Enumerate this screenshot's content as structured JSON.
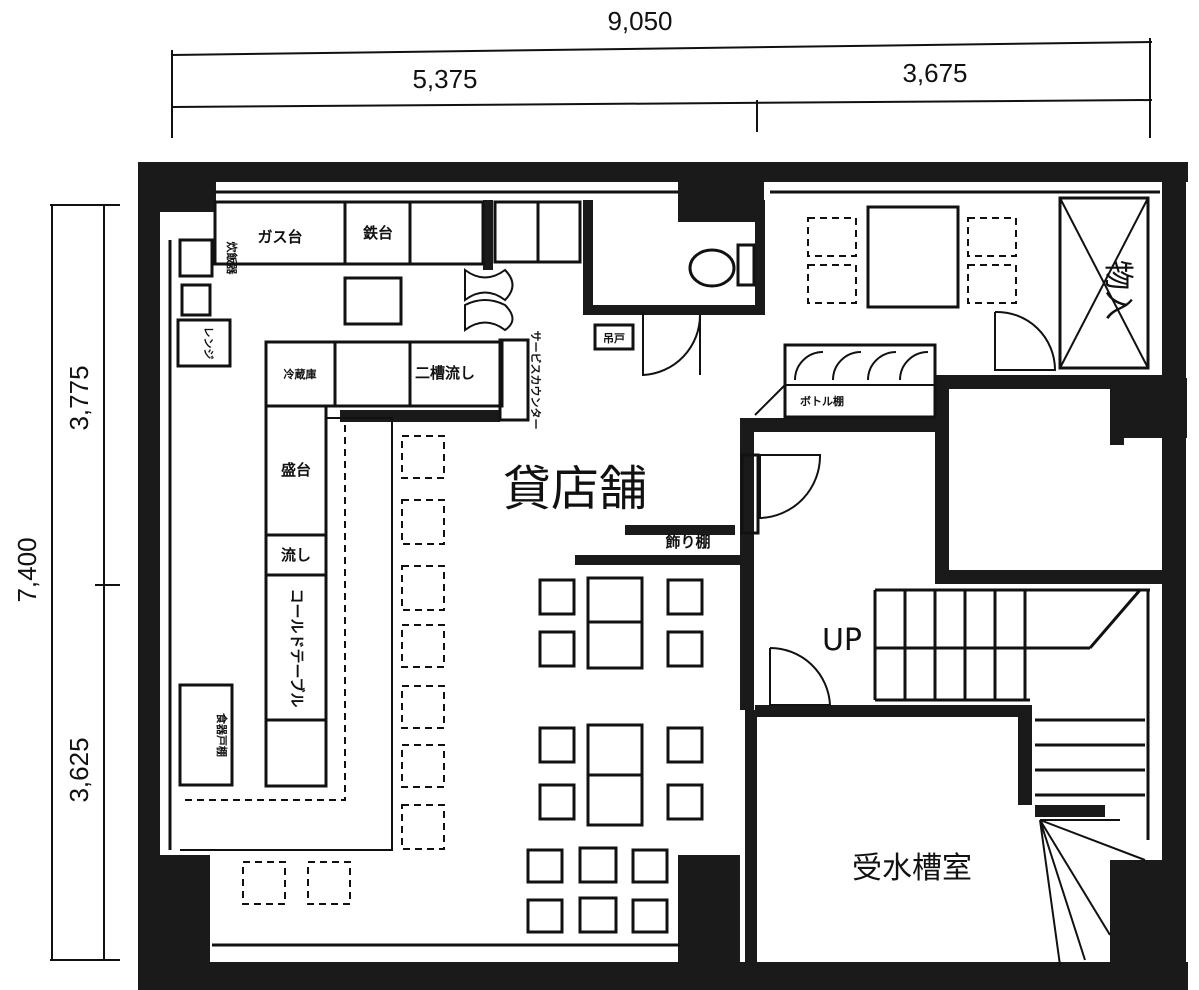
{
  "dimensions": {
    "overall_width": "9,050",
    "left_width": "5,375",
    "right_width": "3,675",
    "overall_height": "7,400",
    "upper_height": "3,775",
    "lower_height": "3,625"
  },
  "rooms": {
    "main": "貸店舗",
    "water_tank": "受水槽室",
    "storage": "物入",
    "stairs_up": "UP"
  },
  "fixtures": {
    "gas_stove": "ガス台",
    "counter_top_1": "鉄台",
    "rice_cooker": "炊飯器",
    "range": "レンジ",
    "refrigerator": "冷蔵庫",
    "double_sink": "二槽流し",
    "service_counter": "サービスカウンター",
    "counter_top_2": "盛台",
    "sink": "流し",
    "cold_table": "コールドテーブル",
    "cupboard": "食器戸棚",
    "display_shelf": "飾り棚",
    "bottle_rack": "ボトル棚",
    "small_shelf": "吊戸"
  }
}
